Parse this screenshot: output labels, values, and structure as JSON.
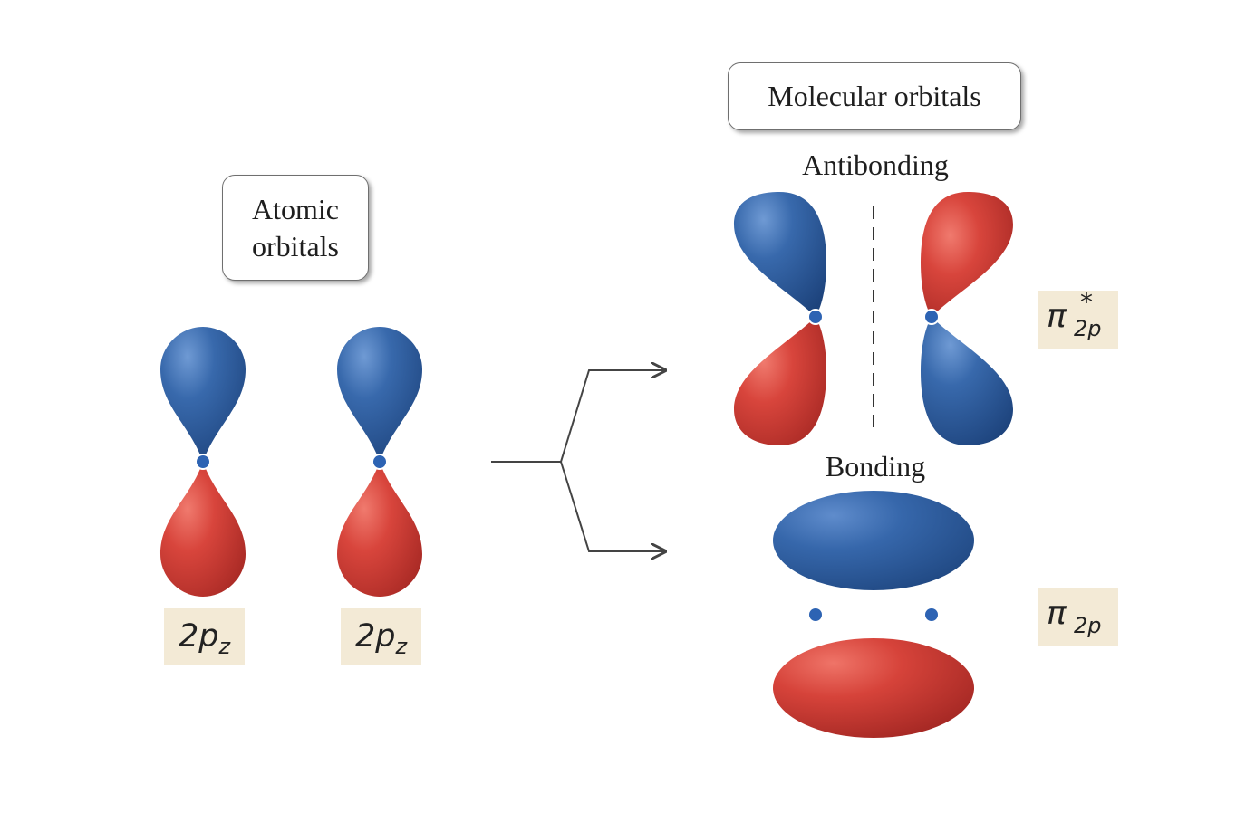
{
  "atomic": {
    "caption_line1": "Atomic",
    "caption_line2": "orbitals",
    "orbital_label": "2p",
    "orbital_subscript": "z"
  },
  "molecular": {
    "caption": "Molecular orbitals",
    "antibonding_label": "Antibonding",
    "bonding_label": "Bonding",
    "pi_symbol": "π",
    "antibonding_sub": "2p",
    "antibonding_sup": "*",
    "bonding_sub": "2p"
  },
  "colors": {
    "positive_lobe": "#2f5f9e",
    "negative_lobe": "#d33c36",
    "label_background": "#f3ead6",
    "arrow": "#444444"
  }
}
